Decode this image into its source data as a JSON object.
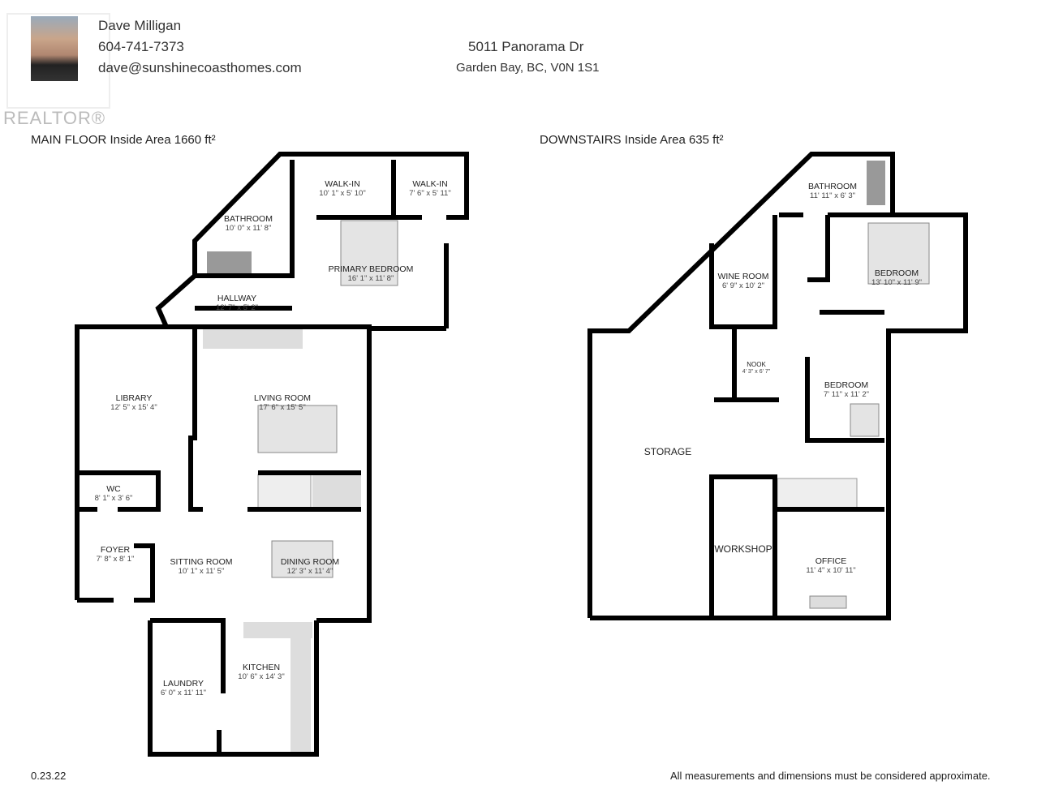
{
  "agent": {
    "name": "Dave Milligan",
    "phone": "604-741-7373",
    "email": "dave@sunshinecoasthomes.com",
    "logo_text": "REALTOR®"
  },
  "address": {
    "line1": "5011 Panorama Dr",
    "line2": "Garden Bay, BC, V0N 1S1"
  },
  "main_floor": {
    "title": "MAIN FLOOR",
    "area_label": "Inside Area 1660 ft²",
    "rooms": [
      {
        "name": "WALK-IN",
        "dim": "10' 1\" x 5' 10\""
      },
      {
        "name": "WALK-IN",
        "dim": "7' 6\" x 5' 11\""
      },
      {
        "name": "BATHROOM",
        "dim": "10' 0\" x 11' 8\""
      },
      {
        "name": "PRIMARY BEDROOM",
        "dim": "16' 1\" x 11' 8\""
      },
      {
        "name": "HALLWAY",
        "dim": "12' 7\" x 5' 2\""
      },
      {
        "name": "LIBRARY",
        "dim": "12' 5\" x 15' 4\""
      },
      {
        "name": "LIVING ROOM",
        "dim": "17' 6\" x 15' 5\""
      },
      {
        "name": "WC",
        "dim": "8' 1\" x 3' 6\""
      },
      {
        "name": "FOYER",
        "dim": "7' 8\" x 8' 1\""
      },
      {
        "name": "SITTING ROOM",
        "dim": "10' 1\" x 11' 5\""
      },
      {
        "name": "DINING ROOM",
        "dim": "12' 3\" x 11' 4\""
      },
      {
        "name": "LAUNDRY",
        "dim": "6' 0\" x 11' 11\""
      },
      {
        "name": "KITCHEN",
        "dim": "10' 6\" x 14' 3\""
      }
    ]
  },
  "downstairs": {
    "title": "DOWNSTAIRS",
    "area_label": "Inside Area 635 ft²",
    "rooms": [
      {
        "name": "BATHROOM",
        "dim": "11' 11\" x 6' 3\""
      },
      {
        "name": "WINE ROOM",
        "dim": "6' 9\" x 10' 2\""
      },
      {
        "name": "BEDROOM",
        "dim": "13' 10\" x 11' 9\""
      },
      {
        "name": "NOOK",
        "dim": "4' 3\" x 6' 7\""
      },
      {
        "name": "BEDROOM",
        "dim": "7' 11\" x 11' 2\""
      },
      {
        "name": "STORAGE",
        "dim": ""
      },
      {
        "name": "WORKSHOP",
        "dim": ""
      },
      {
        "name": "OFFICE",
        "dim": "11' 4\" x 10' 11\""
      }
    ]
  },
  "footer": {
    "version": "0.23.22",
    "disclaimer": "All measurements and dimensions must be considered approximate."
  }
}
